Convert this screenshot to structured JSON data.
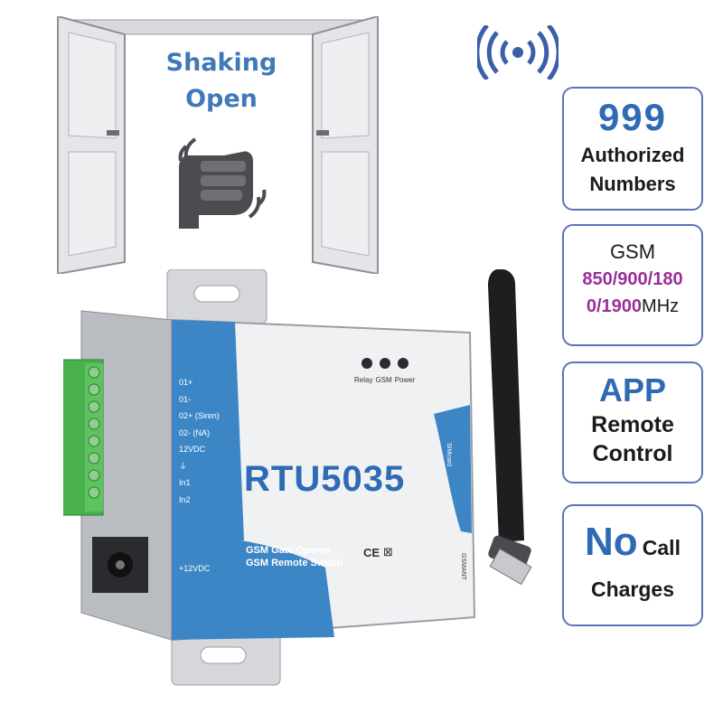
{
  "scene": {
    "title_line1": "Shaking",
    "title_line2": "Open"
  },
  "features": {
    "numbers": {
      "big": "999",
      "line1": "Authorized",
      "line2": "Numbers"
    },
    "gsm": {
      "line1": "GSM",
      "line2": "850/900/180",
      "line3_blue": "0/1900",
      "line3_unit": "MHz"
    },
    "app": {
      "big": "APP",
      "line1": "Remote",
      "line2": "Control"
    },
    "nocall": {
      "big": "No",
      "small": "Call",
      "line2": "Charges"
    }
  },
  "device": {
    "model": "RTU5035",
    "subtitle1": "GSM Gate Opener",
    "subtitle2": "GSM Remote Switch",
    "indicators": [
      "Relay",
      "GSM",
      "Power"
    ],
    "terminals": [
      "01+",
      "01-",
      "02+ (Siren)",
      "02-  (NA)",
      "12VDC",
      "⏚",
      "In1",
      "In2"
    ],
    "power_label": "+12VDC",
    "ce_mark": "CE",
    "side_label_top": "SIMcard",
    "side_label_bottom": "GSMANT"
  },
  "colors": {
    "accent_blue": "#2f6ab5",
    "box_border": "#5a74b8",
    "device_blue": "#3d86c6",
    "terminal_green": "#4bb04e"
  }
}
